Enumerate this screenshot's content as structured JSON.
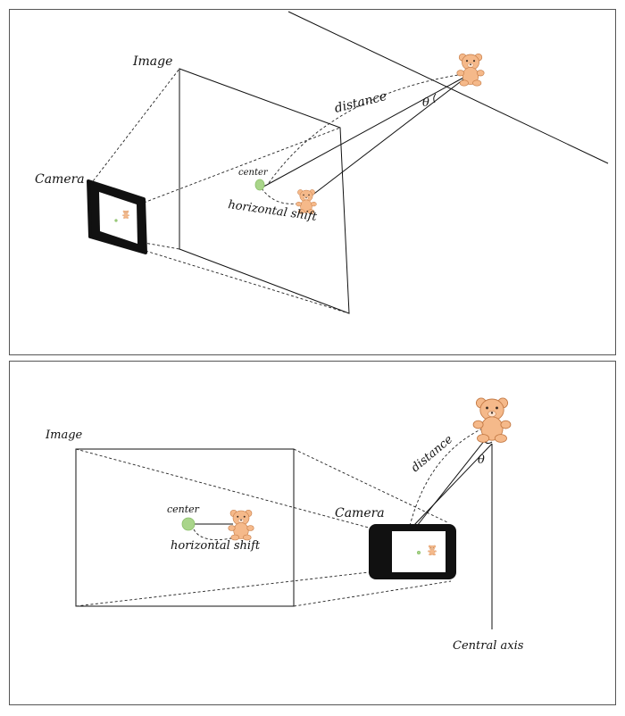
{
  "top_panel": {
    "camera_label": "Camera",
    "image_label": "Image",
    "center_label": "center",
    "distance_label": "distance",
    "theta_label": "θ",
    "shift_label": "horizontal shift"
  },
  "bottom_panel": {
    "camera_label": "Camera",
    "image_label": "Image",
    "center_label": "center",
    "distance_label": "distance",
    "theta_label": "θ",
    "shift_label": "horizontal shift",
    "axis_label": "Central axis"
  },
  "colors": {
    "bear": "#f5b98a",
    "center_dot": "#a9d58a",
    "camera_body": "#111111"
  }
}
